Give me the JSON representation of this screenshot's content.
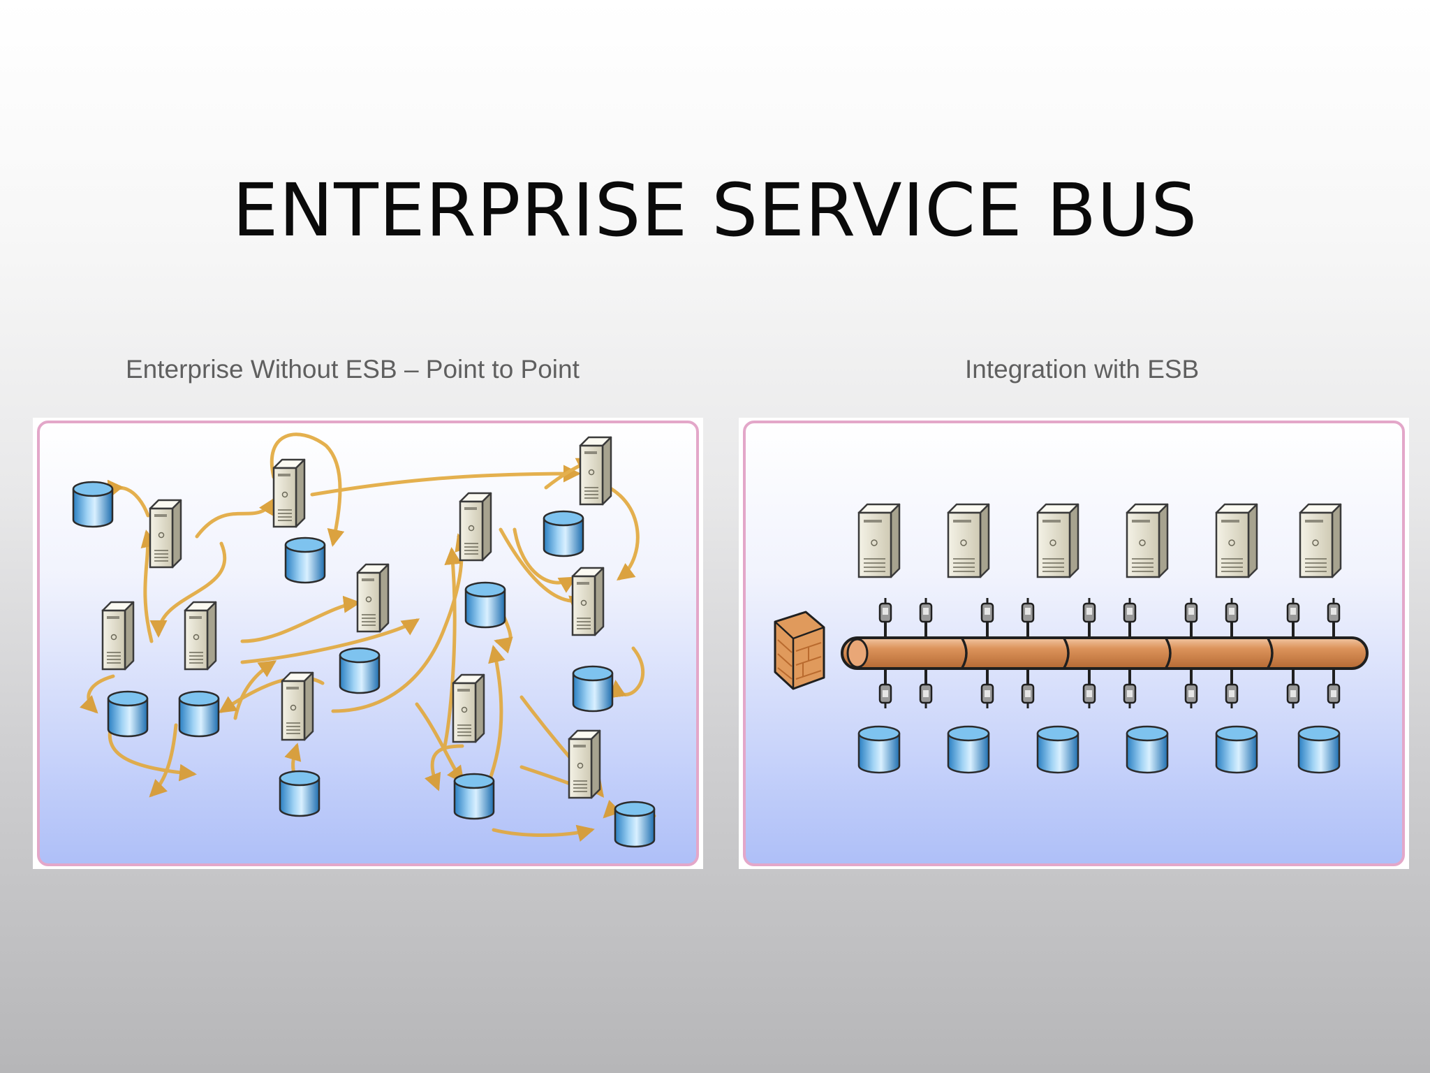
{
  "slide": {
    "title": "ENTERPRISE SERVICE BUS",
    "left_caption": "Enterprise Without ESB – Point to Point",
    "right_caption": "Integration with ESB"
  },
  "diagram_left": {
    "icons": [
      "server-icon",
      "database-icon"
    ],
    "connector_color": "#e0a83a"
  },
  "diagram_right": {
    "icons": [
      "server-icon",
      "database-icon",
      "firewall-icon",
      "connector-plug-icon",
      "bus-pipe"
    ],
    "pipe_color": "#d08a55"
  }
}
